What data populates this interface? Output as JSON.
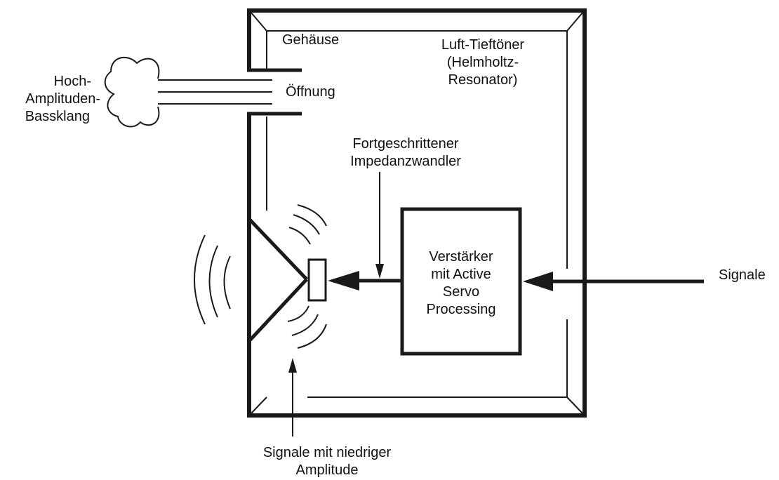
{
  "diagram": {
    "colors": {
      "line": "#1a1a1a",
      "text": "#111111",
      "background": "#ffffff"
    },
    "labels": {
      "gehaeuse": "Gehäuse",
      "luft_tieftoener": [
        "Luft-Tieftöner",
        "(Helmholtz-",
        "Resonator)"
      ],
      "oeffnung": "Öffnung",
      "hoch_amplituden": [
        "Hoch-",
        "Amplituden-",
        "Bassklang"
      ],
      "impedanzwandler": [
        "Fortgeschrittener",
        "Impedanzwandler"
      ],
      "verstaerker": [
        "Verstärker",
        "mit Active",
        "Servo",
        "Processing"
      ],
      "signale": "Signale",
      "niedrige_amplitude": [
        "Signale mit niedriger",
        "Amplitude"
      ]
    },
    "icons": {
      "sound_cloud": "cloud-icon",
      "driver_cone": "speaker-cone-icon",
      "sound_waves": "sound-wave-icon"
    }
  }
}
